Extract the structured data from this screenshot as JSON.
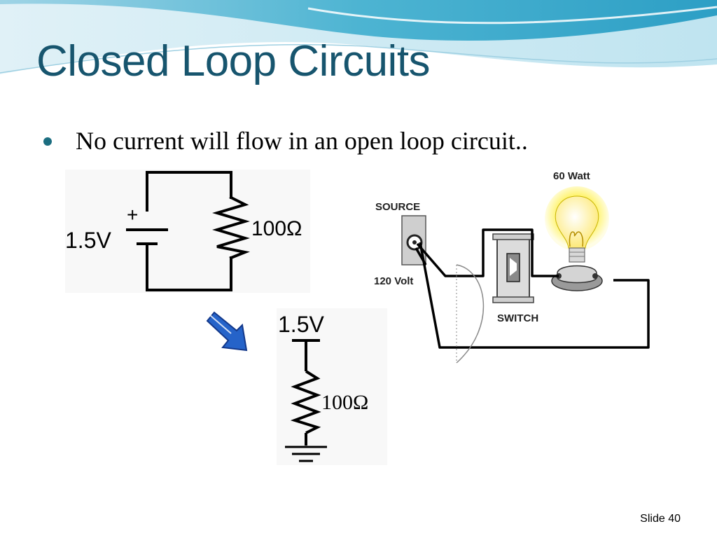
{
  "slide": {
    "title": "Closed Loop Circuits",
    "bullet": "No current will flow in an open loop circuit..",
    "number_label": "Slide 40"
  },
  "colors": {
    "title": "#17556e",
    "bullet": "#1b6d80",
    "arrow": "#2563c9",
    "bulb_glow": "#fff25a"
  },
  "diagrams": {
    "schematic": {
      "voltage": "1.5V",
      "plus": "+",
      "resistance": "100Ω"
    },
    "grounded": {
      "voltage": "1.5V",
      "resistance": "100Ω"
    },
    "wiring": {
      "watt": "60 Watt",
      "source": "SOURCE",
      "volt": "120 Volt",
      "switch": "SWITCH"
    }
  },
  "icons": [
    "arrow-icon",
    "light-bulb-icon",
    "ground-icon",
    "battery-icon",
    "resistor-icon",
    "switch-icon",
    "outlet-icon"
  ]
}
